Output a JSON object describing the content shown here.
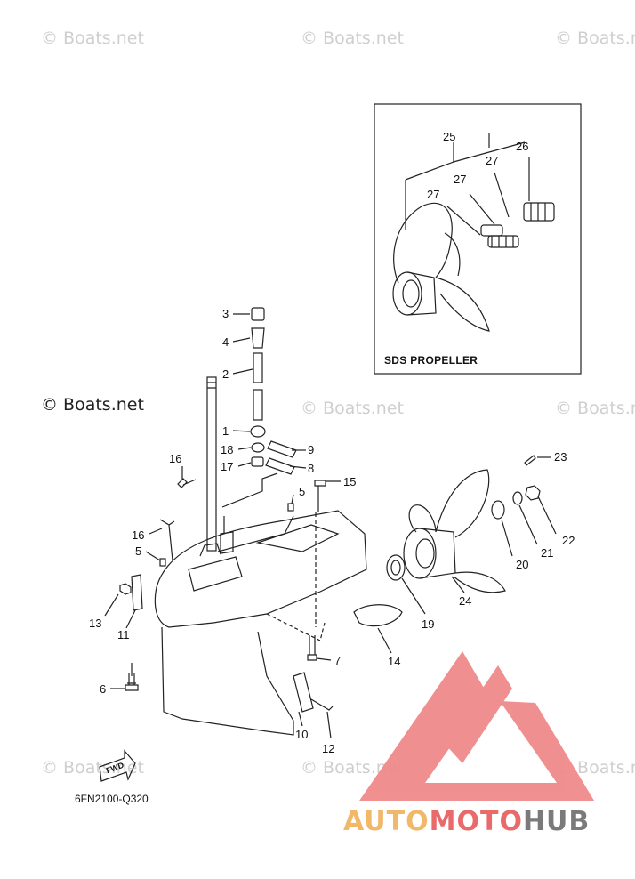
{
  "watermark": {
    "text": "© Boats.net",
    "dark_text": "© Boats.net"
  },
  "inset": {
    "title": "SDS PROPELLER",
    "callouts": [
      "25",
      "26",
      "27",
      "27",
      "27"
    ]
  },
  "callouts": [
    "3",
    "4",
    "2",
    "1",
    "18",
    "17",
    "9",
    "8",
    "16",
    "16",
    "5",
    "5",
    "15",
    "23",
    "22",
    "21",
    "20",
    "24",
    "19",
    "14",
    "13",
    "11",
    "7",
    "6",
    "10",
    "12"
  ],
  "fwd_label": "FWD",
  "diagram_code": "6FN2100-Q320",
  "brand": {
    "part1": "AUTO",
    "part2": "MOTO",
    "part3": "HUB",
    "colors": {
      "part1": "#f2b86a",
      "part2": "#e86a6a",
      "part3": "#7a7a7a",
      "logo": "#f08a8a"
    }
  }
}
